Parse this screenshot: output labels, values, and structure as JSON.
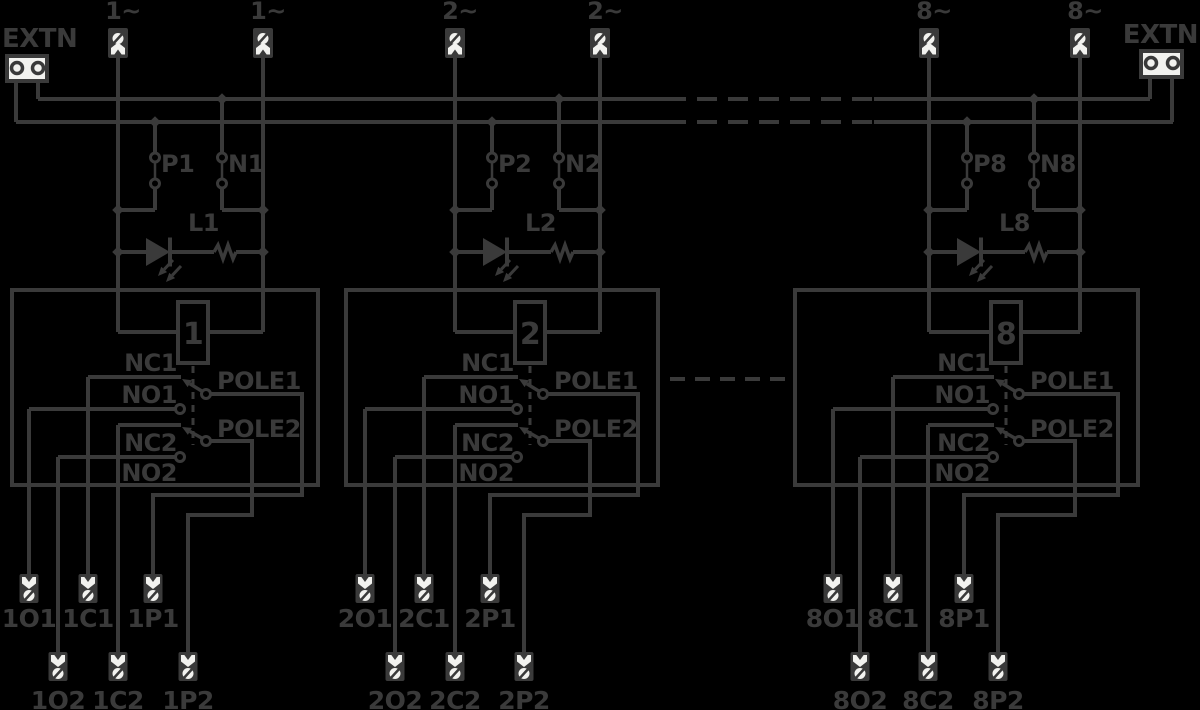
{
  "colors": {
    "background": "#000000",
    "line": "#3a3a3a",
    "glyph_fill": "#f2f2ef"
  },
  "extn_left": {
    "label": "EXTN"
  },
  "extn_right": {
    "label": "EXTN"
  },
  "channels": [
    {
      "id": "1",
      "top_terminal_left": "1~",
      "top_terminal_right": "1~",
      "p_jumper": "P1",
      "n_jumper": "N1",
      "led": "L1",
      "relay_number": "1",
      "nc1": "NC1",
      "no1": "NO1",
      "pole1": "POLE1",
      "nc2": "NC2",
      "no2": "NO2",
      "pole2": "POLE2",
      "term_o1": "1O1",
      "term_c1": "1C1",
      "term_p1": "1P1",
      "term_o2": "1O2",
      "term_c2": "1C2",
      "term_p2": "1P2"
    },
    {
      "id": "2",
      "top_terminal_left": "2~",
      "top_terminal_right": "2~",
      "p_jumper": "P2",
      "n_jumper": "N2",
      "led": "L2",
      "relay_number": "2",
      "nc1": "NC1",
      "no1": "NO1",
      "pole1": "POLE1",
      "nc2": "NC2",
      "no2": "NO2",
      "pole2": "POLE2",
      "term_o1": "2O1",
      "term_c1": "2C1",
      "term_p1": "2P1",
      "term_o2": "2O2",
      "term_c2": "2C2",
      "term_p2": "2P2"
    },
    {
      "id": "8",
      "top_terminal_left": "8~",
      "top_terminal_right": "8~",
      "p_jumper": "P8",
      "n_jumper": "N8",
      "led": "L8",
      "relay_number": "8",
      "nc1": "NC1",
      "no1": "NO1",
      "pole1": "POLE1",
      "nc2": "NC2",
      "no2": "NO2",
      "pole2": "POLE2",
      "term_o1": "8O1",
      "term_c1": "8C1",
      "term_p1": "8P1",
      "term_o2": "8O2",
      "term_c2": "8C2",
      "term_p2": "8P2"
    }
  ]
}
